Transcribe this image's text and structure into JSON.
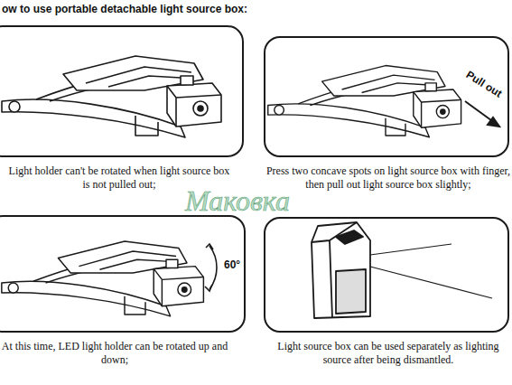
{
  "diagram": {
    "title": "ow to use portable detachable light source box:",
    "nodes": [
      {
        "text": [
          "Light holder can't be rotated when light source box is not pulled out;"
        ]
      },
      {
        "text": [
          "Press two concave spots on light source box with finger, then pull out light source box slightly;",
          "Pull out"
        ]
      },
      {
        "text": [
          "At this time, LED light holder can be rotated up and down;",
          "60°"
        ]
      },
      {
        "text": [
          "Light source box can be used separately as lighting source after being dismantled."
        ]
      }
    ],
    "labels": [
      "Маковка"
    ]
  }
}
